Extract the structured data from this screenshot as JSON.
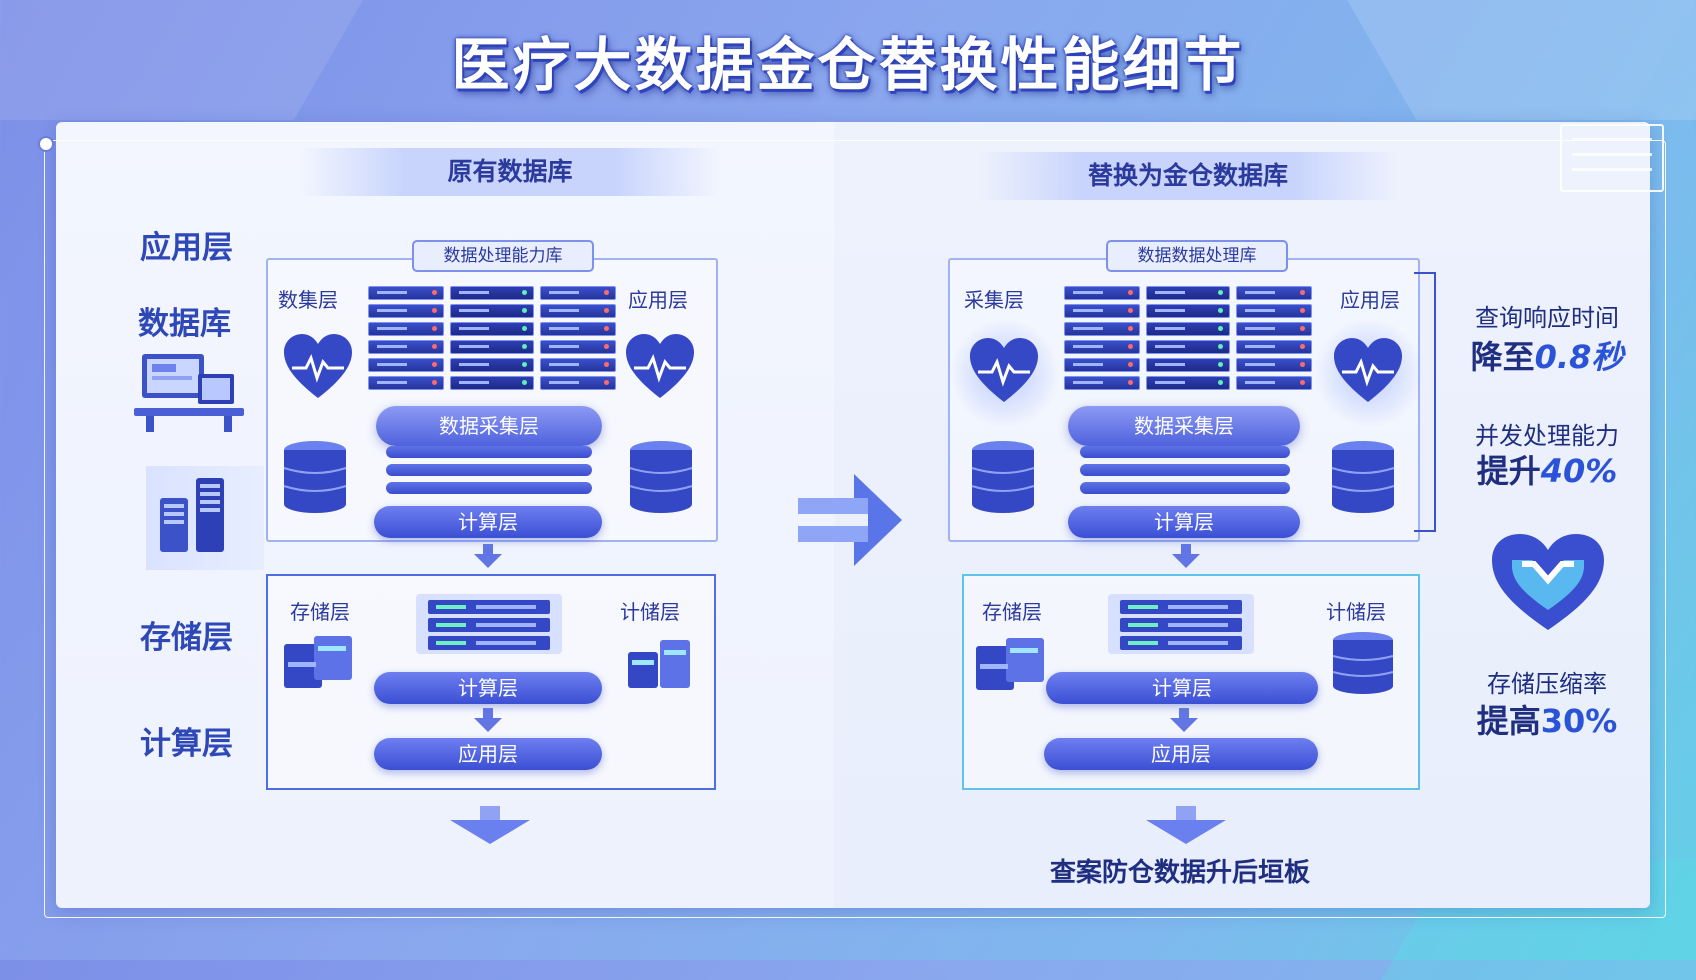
{
  "title": "医疗大数据金仓替换性能细节",
  "left": {
    "section_title": "原有数据库",
    "side_labels": [
      "应用层",
      "数据库",
      "存储层",
      "计算层"
    ],
    "top_tag": "数据处理能力库",
    "collect_label": "数集层",
    "app_label": "应用层",
    "collect_bar": "数据采集层",
    "compute_pill": "计算层",
    "storage_left": "存储层",
    "storage_right": "计储层",
    "lower_compute": "计算层",
    "lower_app": "应用层"
  },
  "right": {
    "section_title": "替换为金仓数据库",
    "top_tag": "数据数据处理库",
    "collect_label": "采集层",
    "app_label": "应用层",
    "collect_bar": "数据采集层",
    "compute_pill": "计算层",
    "storage_left": "存储层",
    "storage_right": "计储层",
    "lower_compute": "计算层",
    "lower_app": "应用层",
    "bottom_caption": "查案防仓数据升后垣板"
  },
  "metrics": [
    {
      "title": "查询响应时间",
      "prefix": "降至",
      "value": "0.8秒"
    },
    {
      "title": "并发处理能力",
      "prefix": "提升",
      "value": "40%"
    },
    {
      "title": "存储压缩率",
      "prefix": "提高",
      "value": "30%"
    }
  ],
  "icons": {
    "heart": "heart-pulse-icon",
    "database": "database-cylinder-icon",
    "server": "server-rack-icon",
    "arrow": "arrow-right-icon",
    "shield": "heart-shield-icon",
    "computer": "desktop-computer-icon",
    "bar_chart": "bar-server-icon"
  },
  "colors": {
    "primary": "#3b4fd4",
    "title_text": "#2b3a9c",
    "accent": "#2b53d8"
  }
}
